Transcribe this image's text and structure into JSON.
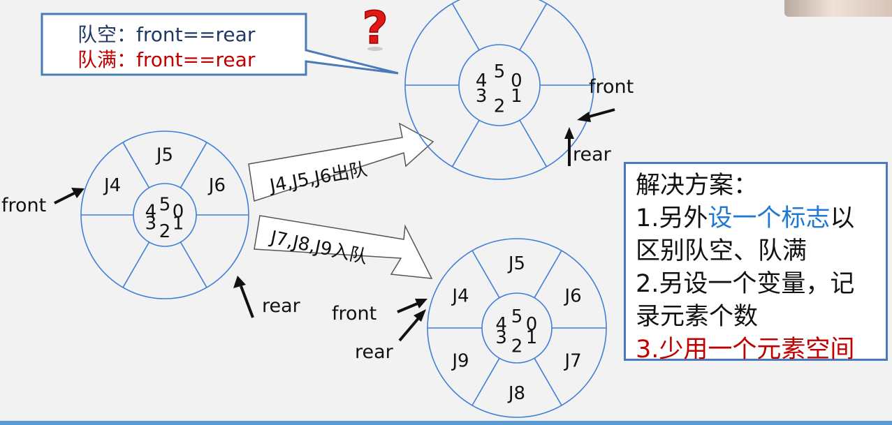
{
  "callout": {
    "empty": "队空：front==rear",
    "full": "队满：front==rear"
  },
  "question_icon": "question-mark-3d-icon",
  "left_ring": {
    "slots": [
      "J5",
      "J6",
      "",
      "",
      "",
      "J4"
    ],
    "indices": [
      "5",
      "0",
      "1",
      "2",
      "3",
      "4"
    ],
    "pointers": {
      "front": "front",
      "rear": "rear"
    }
  },
  "top_ring": {
    "slots": [
      "",
      "",
      "",
      "",
      "",
      ""
    ],
    "indices": [
      "5",
      "0",
      "1",
      "2",
      "3",
      "4"
    ],
    "pointers": {
      "front": "front",
      "rear": "rear"
    }
  },
  "bottom_ring": {
    "slots": [
      "J5",
      "J6",
      "J7",
      "J8",
      "J9",
      "J4"
    ],
    "indices": [
      "5",
      "0",
      "1",
      "2",
      "3",
      "4"
    ],
    "pointers": {
      "front": "front",
      "rear": "rear"
    }
  },
  "arrows": {
    "dequeue": "J4,J5,J6出队",
    "enqueue": "J7,J8,J9入队"
  },
  "solution": {
    "title": "解决方案：",
    "line1a": "1.另外",
    "line1b": "设一个标志",
    "line1c": "以",
    "line2": "区别队空、队满",
    "line3": "2.另设一个变量，记",
    "line4": "录元素个数",
    "line5": "3.少用一个元素空间"
  },
  "colors": {
    "ring": "#3f7fd8",
    "callout_border": "#4a7ab8",
    "full_text": "#c00000",
    "empty_text": "#1f3864",
    "highlight_text": "#1f78d1",
    "annotation_ink": "#e02020"
  }
}
